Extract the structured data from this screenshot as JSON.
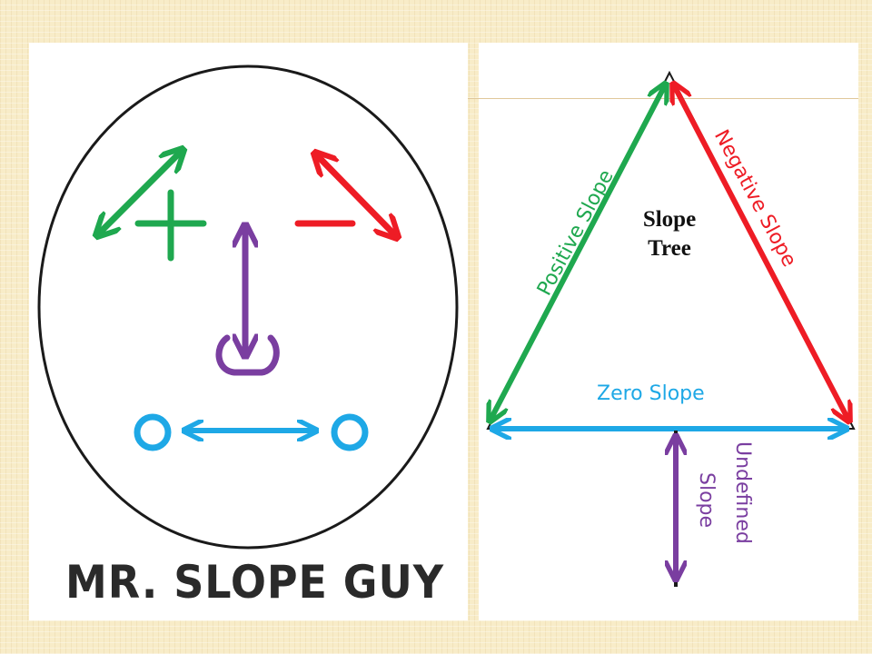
{
  "left_panel": {
    "title": "MR. SLOPE GUY",
    "plus_sign": "+",
    "minus_sign": "−"
  },
  "right_panel": {
    "title_line1": "Slope",
    "title_line2": "Tree",
    "positive_label": "Positive Slope",
    "negative_label": "Negative Slope",
    "zero_label": "Zero Slope",
    "undefined_line1": "Undefined",
    "undefined_line2": "Slope"
  },
  "colors": {
    "positive": "#1fa84f",
    "negative": "#ee1c25",
    "zero": "#1ea8e6",
    "undefined": "#7a3ea0",
    "outline": "#1a1a1a",
    "background": "#f8ecc8"
  }
}
